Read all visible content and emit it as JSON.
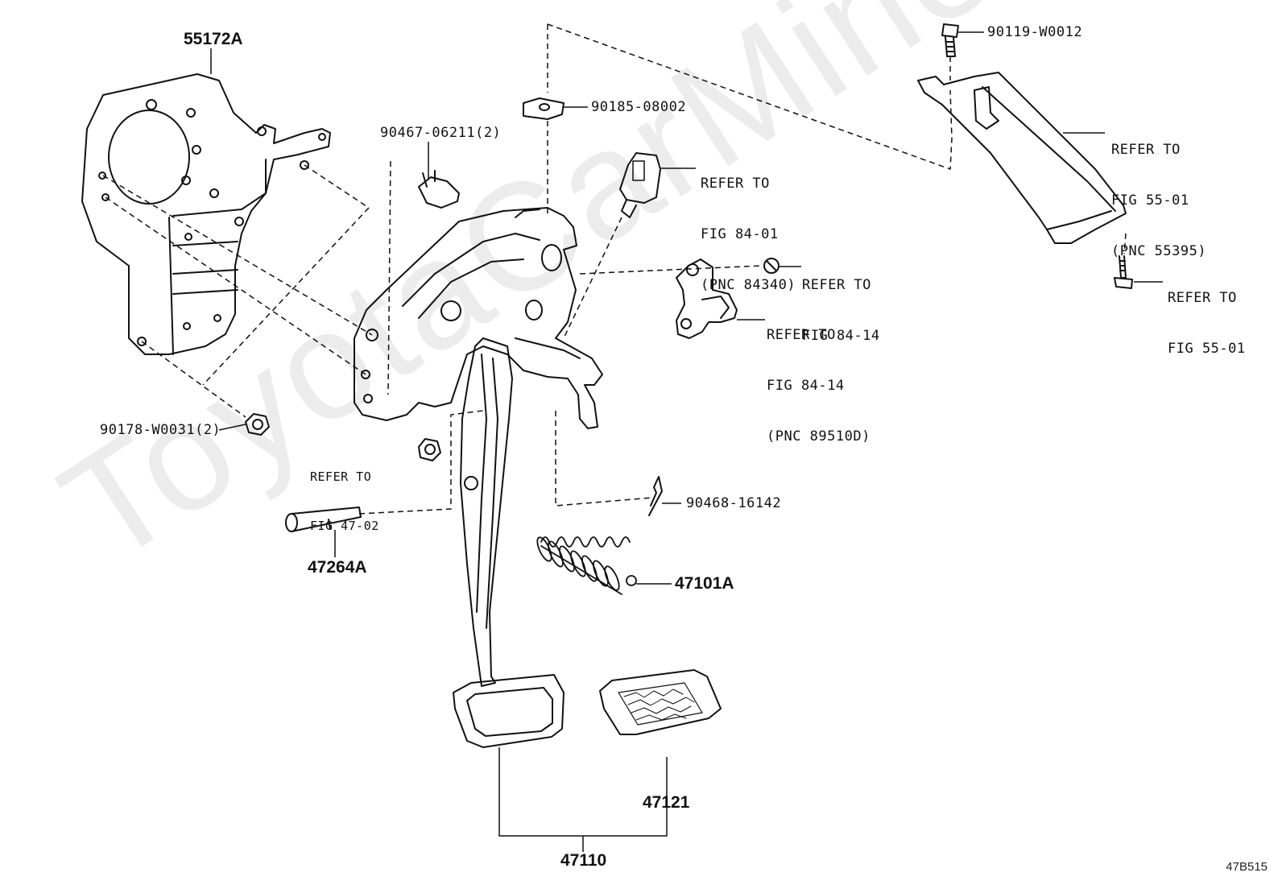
{
  "watermark": "ToyotaCarMine.ru",
  "figure_code": "47B515",
  "parts": {
    "bracket": "55172A",
    "nut_left": "90178-W0031(2)",
    "clip_top": "90467-06211(2)",
    "nut_plate": "90185-08002",
    "bolt_top": "90119-W0012",
    "pin_clip": "90468-16142",
    "pin": "47264A",
    "spring": "47101A",
    "pedal_pad": "47121",
    "pedal_assy": "47110"
  },
  "refs": {
    "switch": [
      "REFER TO",
      "FIG 84-01",
      "(PNC 84340)"
    ],
    "nut_small": [
      "REFER TO",
      "FIG 84-14"
    ],
    "sensor": [
      "REFER TO",
      "FIG 84-14",
      "(PNC 89510D)"
    ],
    "duct": [
      "REFER TO",
      "FIG 55-01",
      "(PNC 55395)"
    ],
    "bolt_duct": [
      "REFER TO",
      "FIG 55-01"
    ],
    "nut_47": [
      "REFER TO",
      "FIG 47-02"
    ]
  }
}
